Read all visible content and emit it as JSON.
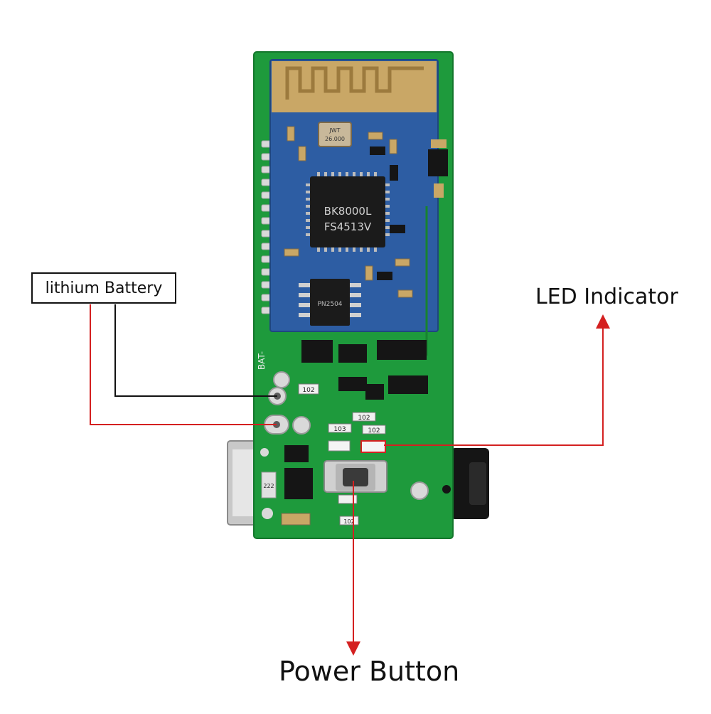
{
  "labels": {
    "battery": "lithium Battery",
    "led": "LED Indicator",
    "power": "Power Button"
  },
  "chips": {
    "main_line1": "BK8000L",
    "main_line2": "FS4513V",
    "crystal_line1": "JWT",
    "crystal_line2": "26.000",
    "eeprom": "PN2504"
  },
  "board_marks": {
    "bat": "BAT-",
    "resistor": "102",
    "resistor_alt": "103",
    "regulator": "222"
  },
  "colors": {
    "pcb_green": "#1e9a3c",
    "module_blue": "#2d5da3",
    "antenna_gold": "#c9a766",
    "arrow_red": "#d42020",
    "line_black": "#111111"
  }
}
